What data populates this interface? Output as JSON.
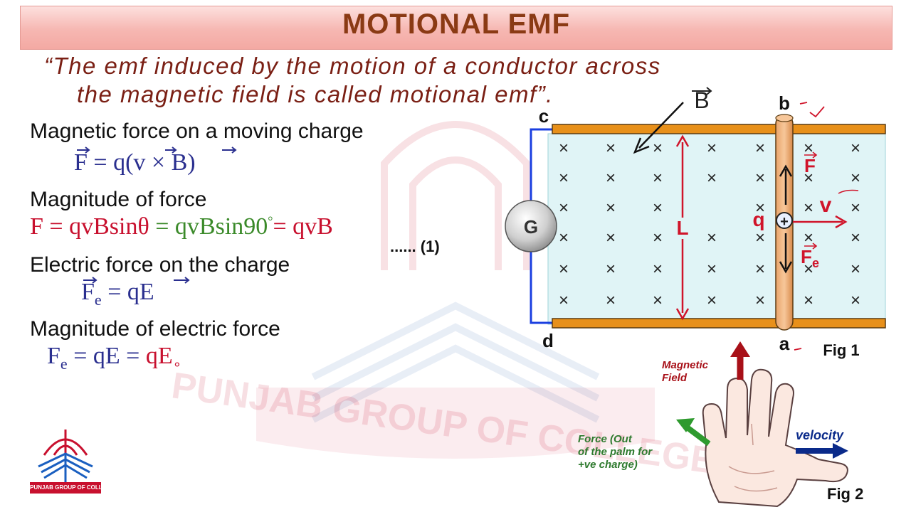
{
  "title": "MOTIONAL EMF",
  "definition": {
    "line1": "“The emf induced by the motion of a conductor across",
    "line2": "the magnetic field is called motional emf”."
  },
  "sections": {
    "magnetic_force_heading": "Magnetic force on a moving charge",
    "magnetic_force_eq": "F = q(v × B)",
    "magnitude_heading": "Magnitude of force",
    "magnitude_eq_red": "F = qvBsinθ",
    "magnitude_eq_green": " = qvBsin90",
    "magnitude_eq_degree": "°",
    "magnitude_eq_end": "= qvB",
    "eq_number": "...... (1)",
    "electric_force_heading": "Electric force on the charge",
    "electric_force_eq": "F",
    "electric_force_sub": "e",
    "electric_force_rhs": " = qE",
    "electric_magnitude_heading": "Magnitude of electric force",
    "electric_magnitude_eq": "F",
    "electric_magnitude_sub": "e",
    "electric_magnitude_mid": " = qE = ",
    "electric_magnitude_end": "qE",
    "electric_magnitude_naught": "∘"
  },
  "fig1": {
    "field_label": "B",
    "corner_c": "c",
    "corner_d": "d",
    "corner_b": "b",
    "corner_a": "a",
    "galvanometer": "G",
    "length_label": "L",
    "force_label": "F",
    "velocity_label": "v",
    "charge_label": "q",
    "charge_sign": "+",
    "electric_force_label": "F",
    "electric_force_sub": "e",
    "caption": "Fig 1",
    "cross_symbol": "×"
  },
  "fig2": {
    "magnetic_field_l1": "Magnetic",
    "magnetic_field_l2": "Field",
    "force_l1": "Force (Out",
    "force_l2": "of the palm for",
    "force_l3": "+ve charge)",
    "velocity": "velocity",
    "caption": "Fig 2"
  },
  "watermark": "PUNJAB GROUP OF COLLEGES",
  "logo_caption": "PUNJAB GROUP OF COLLEGES",
  "colors": {
    "title_text": "#8a3a14",
    "quote_text": "#7a1f14",
    "rail": "#e8901a",
    "field_region": "#e0f4f6",
    "red": "#c8102e",
    "green": "#3b8a2a",
    "blue_text": "#2a2f8f"
  }
}
